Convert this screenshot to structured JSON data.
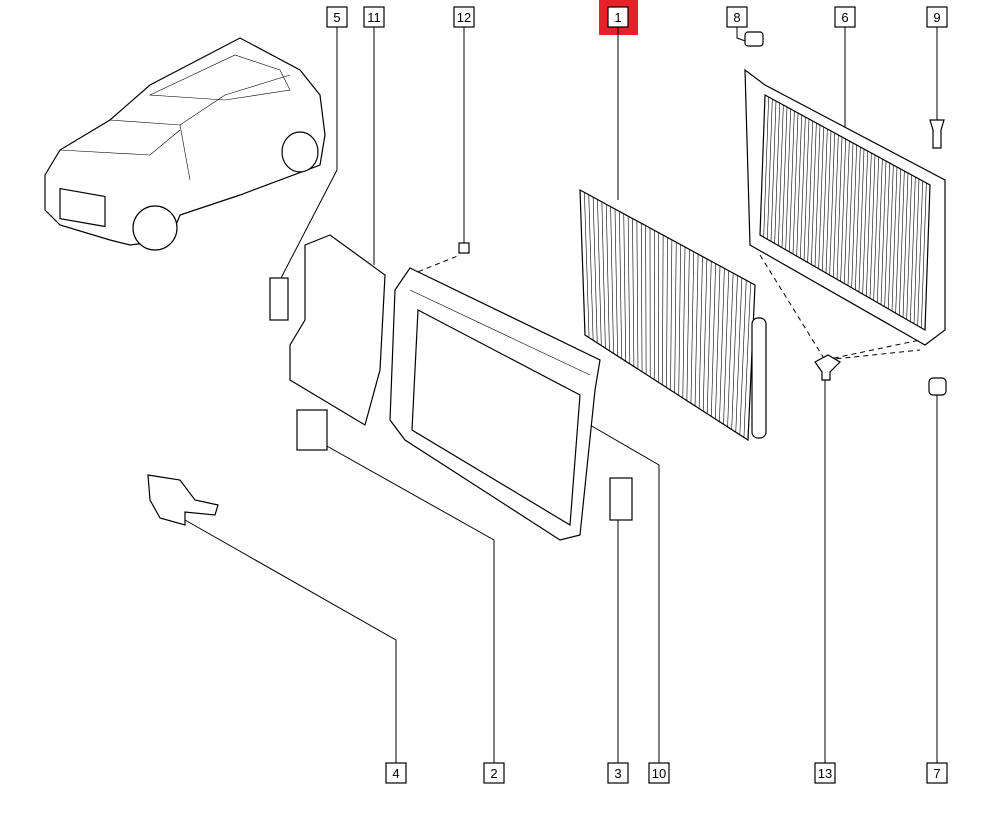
{
  "diagram": {
    "highlight_color": "#e8202a",
    "selected_part": "1",
    "labels": {
      "p1": "1",
      "p2": "2",
      "p3": "3",
      "p4": "4",
      "p5": "5",
      "p6": "6",
      "p7": "7",
      "p8": "8",
      "p9": "9",
      "p10": "10",
      "p11": "11",
      "p12": "12",
      "p13": "13"
    }
  }
}
